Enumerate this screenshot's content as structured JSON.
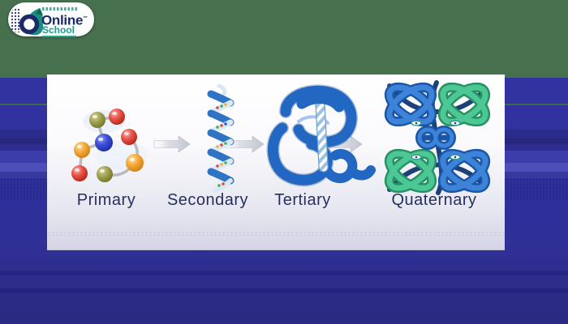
{
  "logo": {
    "brand_line1": "Online",
    "trademark": "™",
    "brand_line2": "School"
  },
  "diagram": {
    "stages": [
      {
        "label": "Primary"
      },
      {
        "label": "Secondary"
      },
      {
        "label": "Tertiary"
      },
      {
        "label": "Quaternary"
      }
    ],
    "primary_bead_sequence": [
      "olive",
      "red",
      "blue",
      "red",
      "orange",
      "red",
      "olive",
      "orange"
    ],
    "arrow_count": 3
  },
  "colors": {
    "background_top_green": "#47704E",
    "background_blue": "#30309D",
    "panel_top": "#FFFFFF",
    "panel_bottom": "#D4D4E5",
    "label_text": "#25305F",
    "logo_navy": "#1C2A6A",
    "logo_teal": "#2A9E8C",
    "strand_blue": "#2268C2",
    "strand_green": "#3FBF8F",
    "arrow_gray": "#C8CBD4"
  }
}
